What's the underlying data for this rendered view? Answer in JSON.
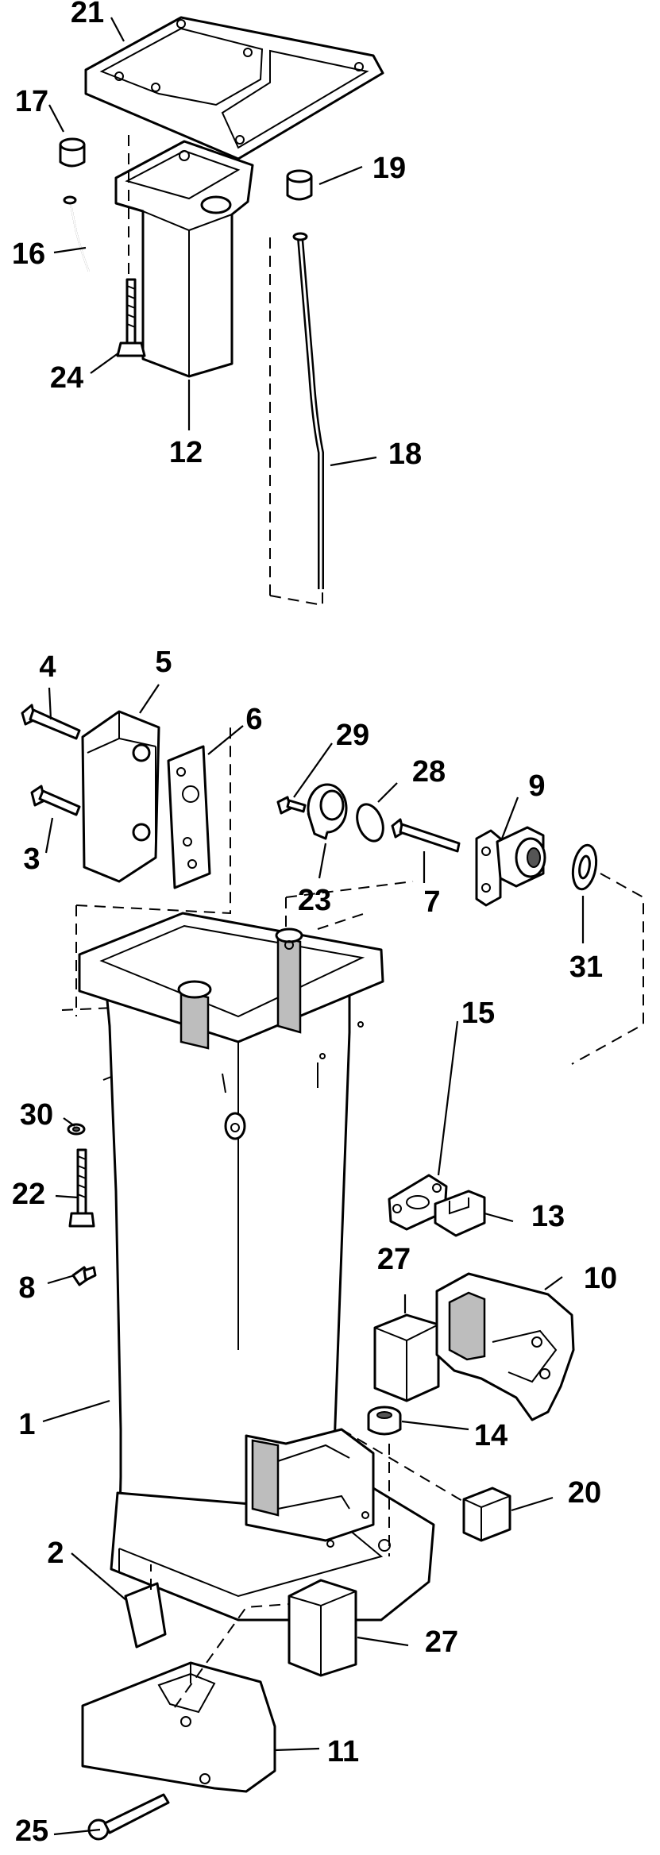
{
  "callouts": [
    {
      "id": "c21",
      "text": "21"
    },
    {
      "id": "c17",
      "text": "17"
    },
    {
      "id": "c19",
      "text": "19"
    },
    {
      "id": "c16",
      "text": "16"
    },
    {
      "id": "c24",
      "text": "24"
    },
    {
      "id": "c12",
      "text": "12"
    },
    {
      "id": "c18",
      "text": "18"
    },
    {
      "id": "c4",
      "text": "4"
    },
    {
      "id": "c5",
      "text": "5"
    },
    {
      "id": "c6",
      "text": "6"
    },
    {
      "id": "c29",
      "text": "29"
    },
    {
      "id": "c28",
      "text": "28"
    },
    {
      "id": "c9",
      "text": "9"
    },
    {
      "id": "c3",
      "text": "3"
    },
    {
      "id": "c23",
      "text": "23"
    },
    {
      "id": "c7",
      "text": "7"
    },
    {
      "id": "c31",
      "text": "31"
    },
    {
      "id": "c30",
      "text": "30"
    },
    {
      "id": "c15",
      "text": "15"
    },
    {
      "id": "c13",
      "text": "13"
    },
    {
      "id": "c22",
      "text": "22"
    },
    {
      "id": "c27a",
      "text": "27"
    },
    {
      "id": "c10",
      "text": "10"
    },
    {
      "id": "c8",
      "text": "8"
    },
    {
      "id": "c1",
      "text": "1"
    },
    {
      "id": "c14",
      "text": "14"
    },
    {
      "id": "c20",
      "text": "20"
    },
    {
      "id": "c2",
      "text": "2"
    },
    {
      "id": "c27b",
      "text": "27"
    },
    {
      "id": "c11",
      "text": "11"
    },
    {
      "id": "c25",
      "text": "25"
    }
  ]
}
